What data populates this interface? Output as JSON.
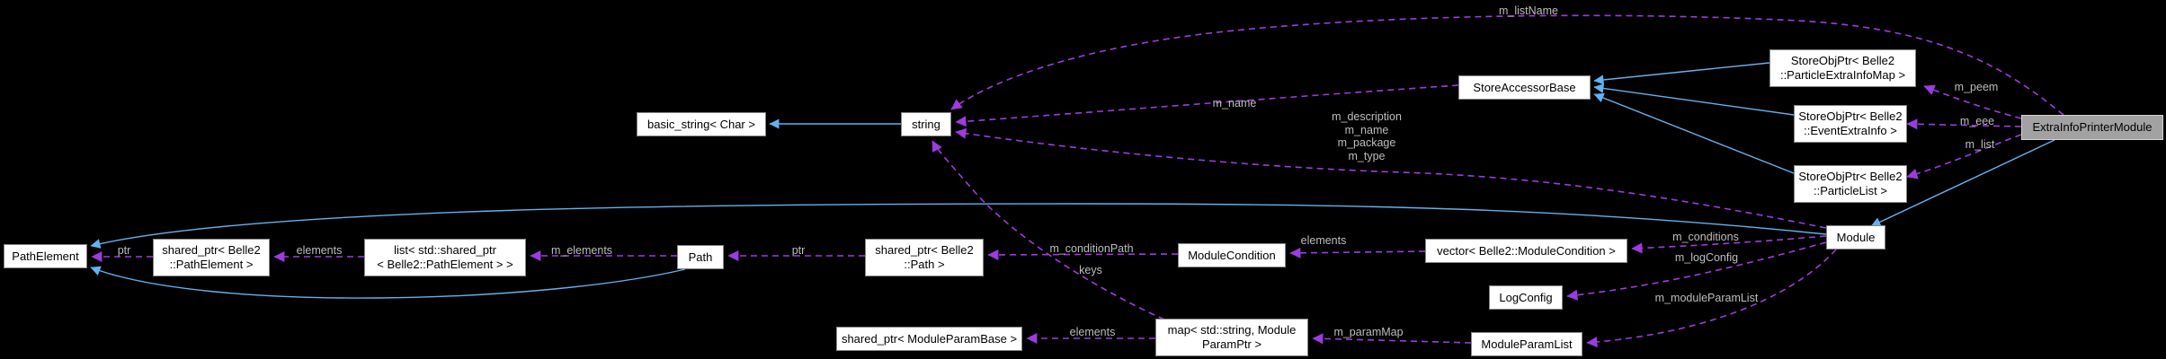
{
  "colors": {
    "background": "#000000",
    "inheritance": "#63b1f0",
    "usage": "#9d3be0",
    "node_bg": "#ffffff",
    "node_border": "#858585",
    "highlight_bg": "#a2a2a2",
    "label_text": "#bdbdbd"
  },
  "nodes": {
    "basic_string": {
      "label": "basic_string< Char >"
    },
    "string": {
      "label": "string"
    },
    "store_accessor_base": {
      "label": "StoreAccessorBase"
    },
    "storeobjptr_particle_extra_info_map": {
      "lines": [
        "StoreObjPtr< Belle2",
        "::ParticleExtraInfoMap >"
      ]
    },
    "storeobjptr_event_extra_info": {
      "lines": [
        "StoreObjPtr< Belle2",
        "::EventExtraInfo >"
      ]
    },
    "storeobjptr_particle_list": {
      "lines": [
        "StoreObjPtr< Belle2",
        "::ParticleList >"
      ]
    },
    "extra_info_printer_module": {
      "label": "ExtraInfoPrinterModule"
    },
    "path_element": {
      "label": "PathElement"
    },
    "shared_ptr_path_element": {
      "lines": [
        "shared_ptr< Belle2",
        "::PathElement >"
      ]
    },
    "list_shared_ptr_path_element": {
      "lines": [
        "list< std::shared_ptr",
        "< Belle2::PathElement > >"
      ]
    },
    "path": {
      "label": "Path"
    },
    "shared_ptr_path": {
      "lines": [
        "shared_ptr< Belle2",
        "::Path >"
      ]
    },
    "module_condition": {
      "label": "ModuleCondition"
    },
    "vector_module_condition": {
      "label": "vector< Belle2::ModuleCondition >"
    },
    "module": {
      "label": "Module"
    },
    "log_config": {
      "label": "LogConfig"
    },
    "module_param_list": {
      "label": "ModuleParamList"
    },
    "map_module_param_ptr": {
      "lines": [
        "map< std::string, Module",
        "ParamPtr >"
      ]
    },
    "shared_ptr_module_param_base": {
      "label": "shared_ptr< ModuleParamBase >"
    }
  },
  "edge_labels": {
    "m_listName": "m_listName",
    "m_name": "m_name",
    "m_description": "m_description",
    "m_name_2": "m_name",
    "m_package": "m_package",
    "m_type": "m_type",
    "m_peem": "m_peem",
    "m_eee": "m_eee",
    "m_list": "m_list",
    "m_conditions": "m_conditions",
    "m_logConfig": "m_logConfig",
    "m_moduleParamList": "m_moduleParamList",
    "m_paramMap": "m_paramMap",
    "m_conditionPath": "m_conditionPath",
    "keys": "keys",
    "m_elements": "m_elements",
    "ptr_to_path": "ptr",
    "ptr_to_path_element": "ptr",
    "elements_to_module_condition": "elements",
    "elements_to_shared_ptr_path_element": "elements",
    "elements_to_shared_ptr_module_param_base": "elements"
  }
}
